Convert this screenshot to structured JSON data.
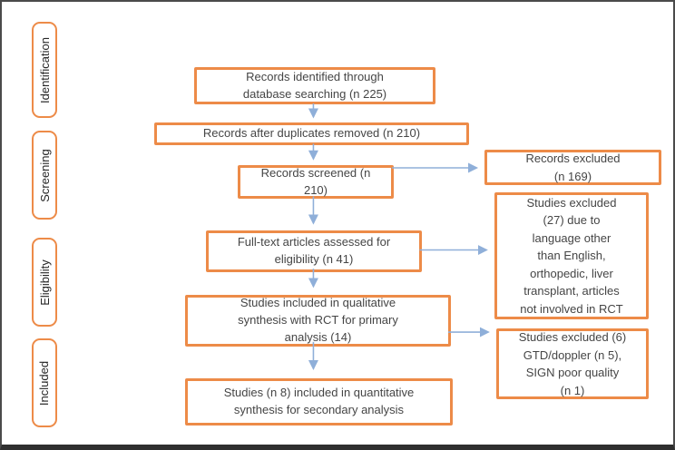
{
  "colors": {
    "box_border": "#ED8B48",
    "arrow": "#8FAFD9",
    "text": "#454545",
    "frame": "#4a4a4a"
  },
  "sidebar": {
    "stages": [
      {
        "label": "Identification"
      },
      {
        "label": "Screening"
      },
      {
        "label": "Eligibility"
      },
      {
        "label": "Included"
      }
    ]
  },
  "flow": {
    "main": [
      {
        "text": "Records identified through\ndatabase searching (n 225)"
      },
      {
        "text": "Records after duplicates removed (n 210)"
      },
      {
        "text": "Records screened (n\n210)"
      },
      {
        "text": "Full-text articles assessed for\neligibility (n 41)"
      },
      {
        "text": "Studies included in qualitative\nsynthesis with RCT for primary\nanalysis (14)"
      },
      {
        "text": "Studies (n 8) included in quantitative\nsynthesis for secondary analysis"
      }
    ],
    "excluded": [
      {
        "text": "Records excluded\n(n 169)"
      },
      {
        "text": "Studies excluded\n(27) due to\nlanguage other\nthan English,\northopedic, liver\ntransplant, articles\nnot involved in RCT"
      },
      {
        "text": "Studies excluded (6)\nGTD/doppler (n 5),\nSIGN poor quality\n(n 1)"
      }
    ]
  }
}
